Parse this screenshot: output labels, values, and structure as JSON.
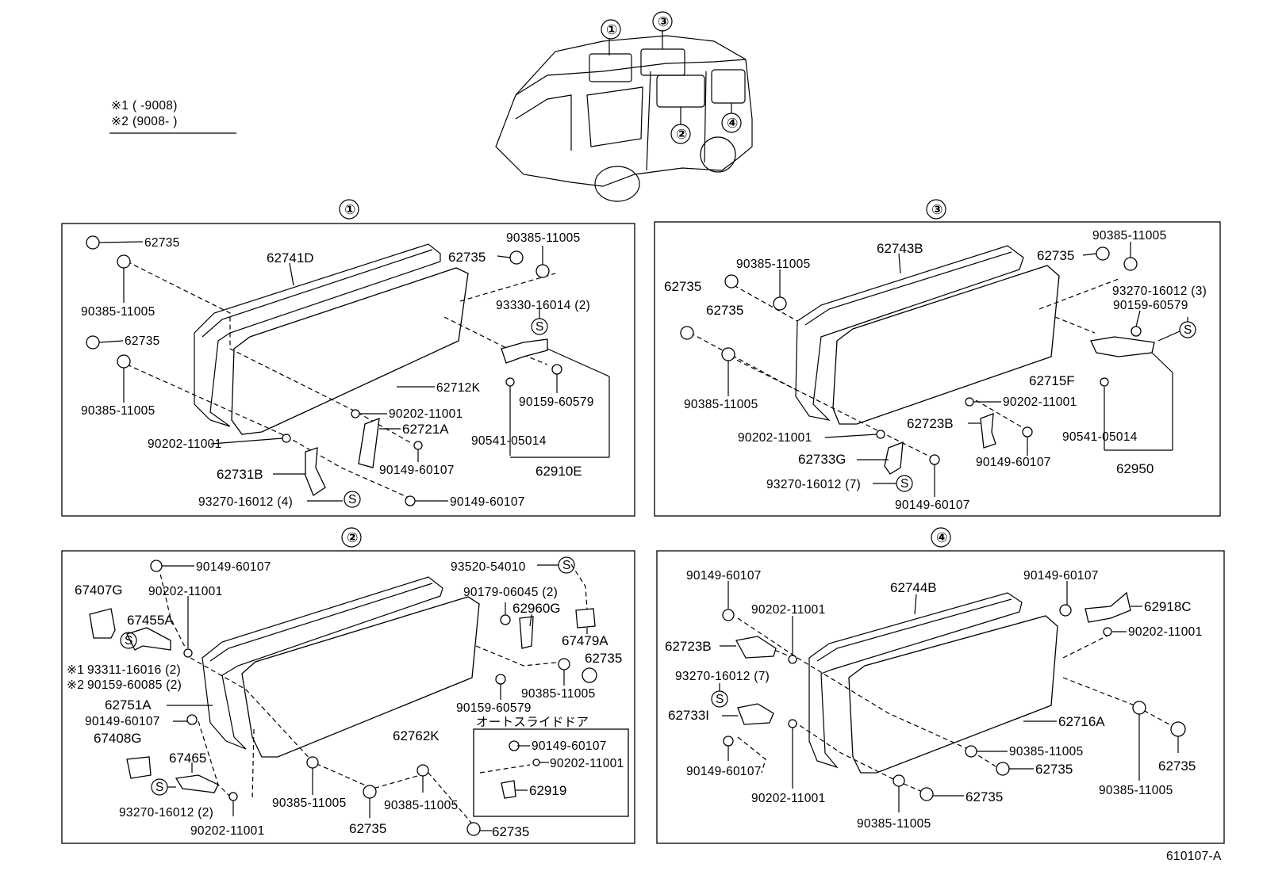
{
  "diagram_id": "610107-A",
  "legend": {
    "line1_mark": "※1",
    "line1_text": "(        -9008)",
    "line2_mark": "※2",
    "line2_text": "(9008-        )"
  },
  "callouts": [
    "①",
    "②",
    "③",
    "④"
  ],
  "panel1": {
    "title": "①",
    "labels": {
      "a": "62735",
      "b": "90385-11005",
      "c": "62735",
      "d": "90385-11005",
      "e": "62741D",
      "f": "62735",
      "g": "90385-11005",
      "h": "93330-16014 (2)",
      "i": "62712K",
      "j": "90202-11001",
      "k": "62721A",
      "l": "90159-60579",
      "m": "90202-11001",
      "n": "90541-05014",
      "o": "90149-60107",
      "p": "62731B",
      "q": "62910E",
      "r": "93270-16012 (4)",
      "s": "90149-60107"
    }
  },
  "panel3": {
    "title": "③",
    "labels": {
      "a": "90385-11005",
      "b": "62743B",
      "c": "62735",
      "d": "90385-11005",
      "e": "62735",
      "f": "62735",
      "g": "93270-16012 (3)",
      "h": "90159-60579",
      "i": "90385-11005",
      "j": "62715F",
      "k": "90202-11001",
      "l": "62723B",
      "m": "90202-11001",
      "n": "90541-05014",
      "o": "62733G",
      "p": "90149-60107",
      "q": "93270-16012 (7)",
      "r": "90149-60107",
      "s": "62950"
    }
  },
  "panel2": {
    "title": "②",
    "labels": {
      "a": "90149-60107",
      "b": "90202-11001",
      "c": "67407G",
      "d": "67455A",
      "e": "93311-16016 (2)",
      "f": "90159-60085 (2)",
      "g": "93520-54010",
      "h": "90179-06045 (2)",
      "i": "62960G",
      "j": "67479A",
      "k": "62735",
      "l": "90385-11005",
      "m": "90159-60579",
      "n": "62751A",
      "o": "90149-60107",
      "p": "62762K",
      "q": "67408G",
      "r": "67465",
      "s": "93270-16012 (2)",
      "t": "90202-11001",
      "u": "90385-11005",
      "v": "62735",
      "w": "90385-11005",
      "x": "62735",
      "y": "90149-60107",
      "z": "90202-11001",
      "zz": "62919",
      "mark1": "※1",
      "mark2": "※2"
    },
    "subbox_title": "オートスライドドア"
  },
  "panel4": {
    "title": "④",
    "labels": {
      "a": "90149-60107",
      "b": "62744B",
      "c": "90149-60107",
      "d": "90202-11001",
      "e": "62918C",
      "f": "90202-11001",
      "g": "62723B",
      "h": "93270-16012 (7)",
      "i": "62733I",
      "j": "62716A",
      "k": "90149-60107",
      "l": "90385-11005",
      "m": "62735",
      "n": "90202-11001",
      "o": "62735",
      "p": "90385-11005",
      "q": "90385-11005",
      "r": "62735"
    }
  }
}
